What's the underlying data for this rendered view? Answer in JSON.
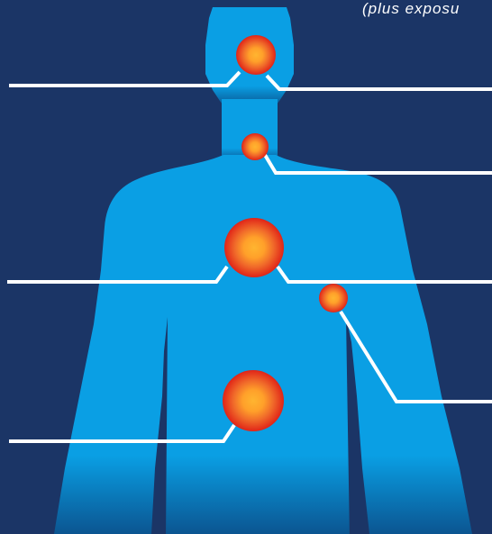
{
  "caption": "(plus exposu",
  "colors": {
    "background": "#1b3566",
    "body_light": "#0a9fe4",
    "body_dark": "#0b4f8a",
    "leader_line": "#ffffff",
    "spot_outer": "#e02418",
    "spot_mid": "#f06a2a",
    "spot_inner": "#ffb530"
  },
  "figure": {
    "name": "human-silhouette"
  },
  "hotspots": [
    {
      "id": "head"
    },
    {
      "id": "throat"
    },
    {
      "id": "chest"
    },
    {
      "id": "left-breast"
    },
    {
      "id": "abdomen"
    }
  ]
}
